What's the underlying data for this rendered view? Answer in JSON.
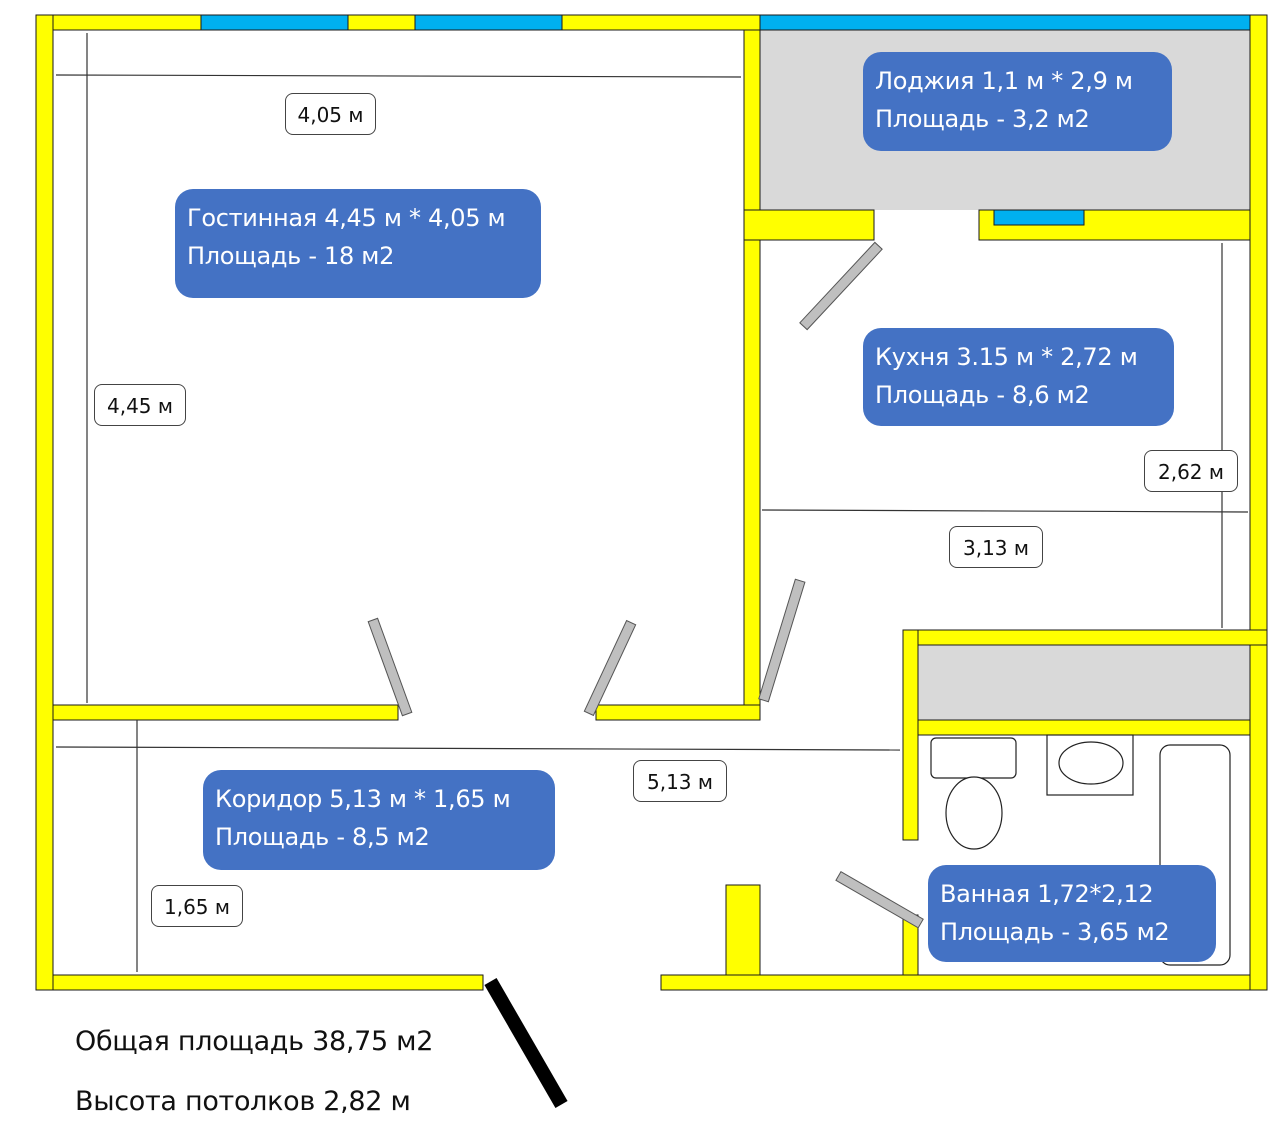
{
  "plan": {
    "colors": {
      "wall": "#ffff00",
      "window": "#00b0f0",
      "loggia_floor": "#d9d9d9",
      "label_bg": "#4472c4",
      "door": "#bfbfbf"
    },
    "rooms": {
      "living": {
        "title": "Гостинная 4,45 м * 4,05 м",
        "area": "Площадь - 18 м2"
      },
      "loggia": {
        "title": "Лоджия 1,1 м * 2,9 м",
        "area": "Площадь - 3,2 м2"
      },
      "kitchen": {
        "title": "Кухня 3.15 м * 2,72 м",
        "area": "Площадь - 8,6 м2"
      },
      "corridor": {
        "title": "Коридор 5,13 м * 1,65 м",
        "area": "Площадь - 8,5 м2"
      },
      "bathroom": {
        "title": "Ванная 1,72*2,12",
        "area": "Площадь - 3,65 м2"
      }
    },
    "dimensions": {
      "living_width": "4,05 м",
      "living_length": "4,45 м",
      "kitchen_length": "2,62 м",
      "kitchen_width": "3,13 м",
      "corridor_length": "5,13 м",
      "corridor_width": "1,65 м"
    },
    "summary": {
      "total_area": "Общая площадь 38,75 м2",
      "ceiling_height": "Высота потолков 2,82 м"
    }
  }
}
